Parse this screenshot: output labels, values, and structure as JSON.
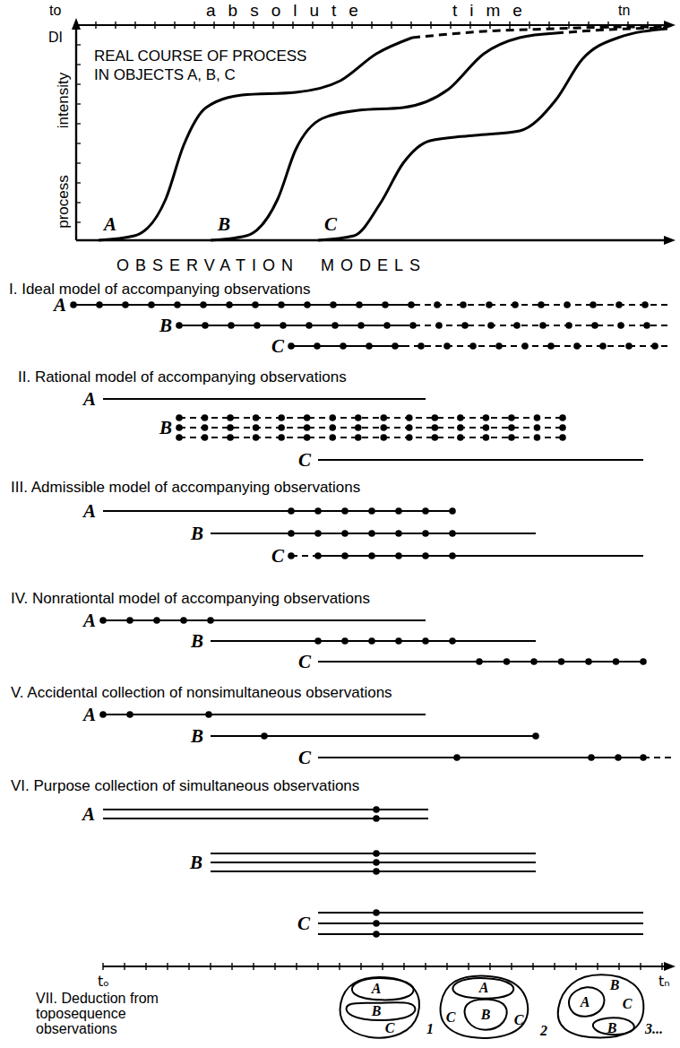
{
  "diagram": {
    "labels": [
      "to",
      "absolute",
      "time",
      "tn",
      "DI",
      "intensity",
      "process",
      "REAL COURSE OF PROCESS IN OBJECTS A, B, C",
      "A",
      "B",
      "C",
      "OBSERVATION MODELS",
      "I. Ideal model of accompanying observations",
      "A",
      "B",
      "C",
      "II. Rational model of accompanying observations",
      "A",
      "B",
      "C",
      "III. Admissible model of accompanying observations",
      "A",
      "B",
      "C",
      "IV. Nonrationtal model of accompanying observations",
      "A",
      "B",
      "C",
      "V. Accidental collection of nonsimultaneous observations",
      "A",
      "B",
      "C",
      "VI. Purpose collection of simultaneous observations",
      "A",
      "B",
      "C",
      "tₒ",
      "tₙ",
      "VII. Deduction from toposequence observations",
      "A",
      "B",
      "C",
      "1",
      "A",
      "B",
      "C",
      "C",
      "2",
      "B",
      "A",
      "B",
      "C",
      "3..."
    ]
  }
}
